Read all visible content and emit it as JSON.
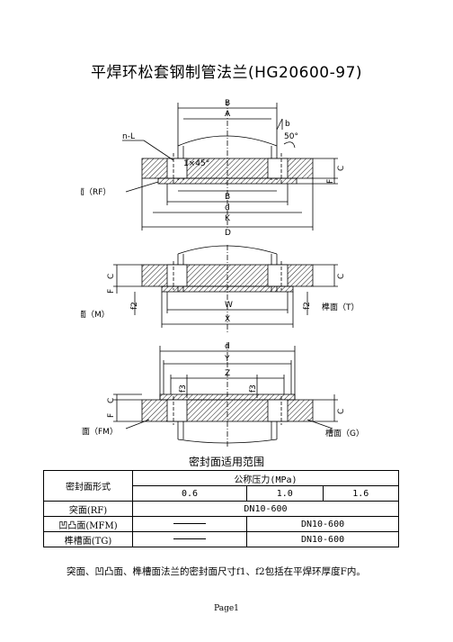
{
  "title": "平焊环松套钢制管法兰(HG20600-97)",
  "figure": {
    "view1": {
      "dims": [
        "B",
        "A",
        "B",
        "d",
        "K",
        "D"
      ],
      "bolt_label": "n-L",
      "chamfer": "1×45°",
      "angle": "50°",
      "b_label": "b",
      "c_label": "C",
      "f_label": "F",
      "face_label": "突面（RF）"
    },
    "view2": {
      "dims": [
        "W",
        "X"
      ],
      "left_label": "凸面（M）",
      "right_label": "榫面（T）",
      "f2": "f2",
      "c_label": "C",
      "f_label": "F"
    },
    "view3": {
      "dims": [
        "d",
        "Y",
        "Z"
      ],
      "f3": "f3",
      "left_label": "凹面（FM）",
      "right_label": "槽面（G）",
      "c_label": "C",
      "f_label": "F"
    }
  },
  "table": {
    "caption": "密封面适用范围",
    "header_left": "密封面形式",
    "header_pressure": "公称压力(MPa)",
    "pressures": [
      "0.6",
      "1.0",
      "1.6"
    ],
    "rows": [
      {
        "label": "突面(RF)",
        "span_all": "DN10-600"
      },
      {
        "label": "凹凸面(MFM)",
        "dash": true,
        "span_rest": "DN10-600"
      },
      {
        "label": "榫槽面(TG)",
        "dash": true,
        "span_rest": "DN10-600"
      }
    ]
  },
  "note": "突面、凹凸面、榫槽面法兰的密封面尺寸f1、f2包括在平焊环厚度F内。",
  "page": "Page1"
}
